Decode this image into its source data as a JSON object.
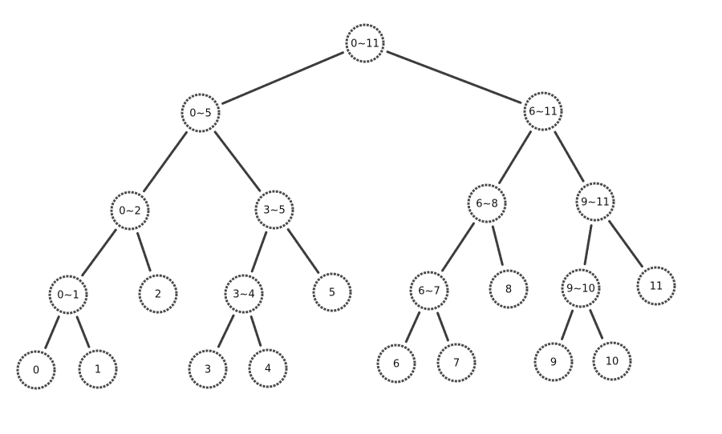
{
  "tree": {
    "nodes": [
      {
        "id": "0~11",
        "label": "0~11"
      },
      {
        "id": "0~5",
        "label": "0~5"
      },
      {
        "id": "6~11",
        "label": "6~11"
      },
      {
        "id": "0~2",
        "label": "0~2"
      },
      {
        "id": "3~5",
        "label": "3~5"
      },
      {
        "id": "6~8",
        "label": "6~8"
      },
      {
        "id": "9~11",
        "label": "9~11"
      },
      {
        "id": "0~1",
        "label": "0~1"
      },
      {
        "id": "2",
        "label": "2"
      },
      {
        "id": "3~4",
        "label": "3~4"
      },
      {
        "id": "5",
        "label": "5"
      },
      {
        "id": "6~7",
        "label": "6~7"
      },
      {
        "id": "8",
        "label": "8"
      },
      {
        "id": "9~10",
        "label": "9~10"
      },
      {
        "id": "11",
        "label": "11"
      },
      {
        "id": "0",
        "label": "0"
      },
      {
        "id": "1",
        "label": "1"
      },
      {
        "id": "3",
        "label": "3"
      },
      {
        "id": "4",
        "label": "4"
      },
      {
        "id": "6",
        "label": "6"
      },
      {
        "id": "7",
        "label": "7"
      },
      {
        "id": "9",
        "label": "9"
      },
      {
        "id": "10",
        "label": "10"
      }
    ],
    "edges": [
      [
        "0~11",
        "0~5"
      ],
      [
        "0~11",
        "6~11"
      ],
      [
        "0~5",
        "0~2"
      ],
      [
        "0~5",
        "3~5"
      ],
      [
        "6~11",
        "6~8"
      ],
      [
        "6~11",
        "9~11"
      ],
      [
        "0~2",
        "0~1"
      ],
      [
        "0~2",
        "2"
      ],
      [
        "3~5",
        "3~4"
      ],
      [
        "3~5",
        "5"
      ],
      [
        "6~8",
        "6~7"
      ],
      [
        "6~8",
        "8"
      ],
      [
        "9~11",
        "9~10"
      ],
      [
        "9~11",
        "11"
      ],
      [
        "0~1",
        "0"
      ],
      [
        "0~1",
        "1"
      ],
      [
        "3~4",
        "3"
      ],
      [
        "3~4",
        "4"
      ],
      [
        "6~7",
        "6"
      ],
      [
        "6~7",
        "7"
      ],
      [
        "9~10",
        "9"
      ],
      [
        "9~10",
        "10"
      ]
    ]
  }
}
